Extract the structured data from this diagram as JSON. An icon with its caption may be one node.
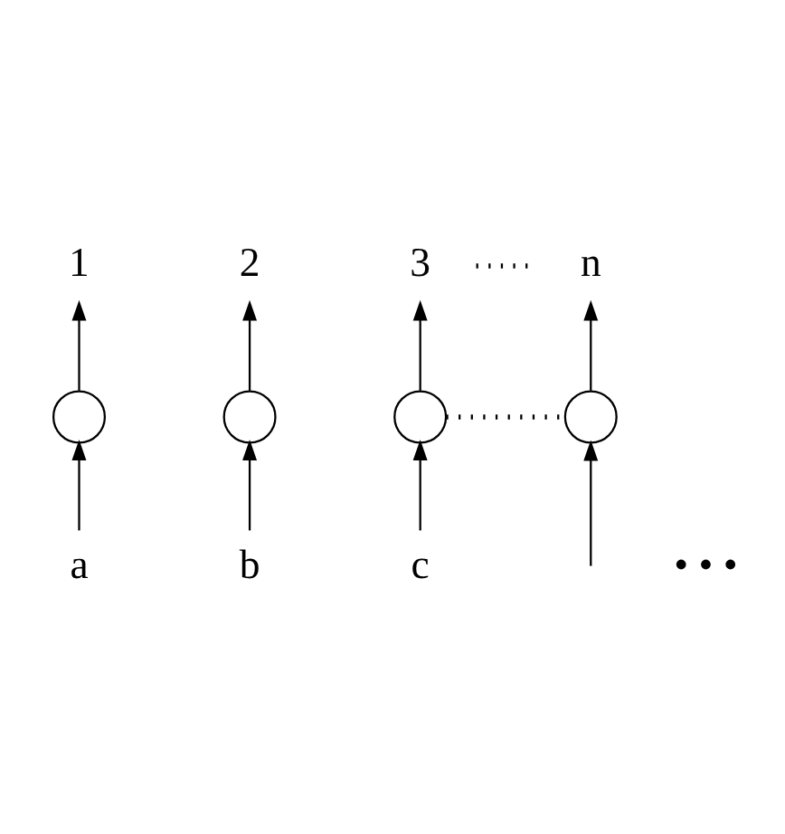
{
  "diagram": {
    "nodes": [
      {
        "text": [
          "a"
        ]
      },
      {
        "text": [
          "b"
        ]
      },
      {
        "text": [
          "c"
        ]
      },
      {
        "text": [],
        "shape": "circle"
      },
      {
        "text": [],
        "shape": "circle"
      },
      {
        "text": [],
        "shape": "circle"
      },
      {
        "text": [],
        "shape": "circle"
      },
      {
        "text": [
          "1"
        ]
      },
      {
        "text": [
          "2"
        ]
      },
      {
        "text": [
          "3"
        ]
      },
      {
        "text": [
          "n"
        ]
      }
    ],
    "edges": [
      {
        "from": 0,
        "to": 3,
        "arrow": "to"
      },
      {
        "from": 3,
        "to": 7,
        "arrow": "to"
      },
      {
        "from": 1,
        "to": 4,
        "arrow": "to"
      },
      {
        "from": 4,
        "to": 8,
        "arrow": "to"
      },
      {
        "from": 2,
        "to": 5,
        "arrow": "to"
      },
      {
        "from": 5,
        "to": 9,
        "arrow": "to"
      },
      {
        "from": null,
        "to": 6,
        "arrow": "to"
      },
      {
        "from": 6,
        "to": 10,
        "arrow": "to"
      },
      {
        "from": 5,
        "to": 6,
        "arrow": "none",
        "style": "dashed"
      },
      {
        "from": 9,
        "to": 10,
        "arrow": "none",
        "style": "dashed"
      }
    ],
    "labels": [
      "• • •"
    ]
  }
}
